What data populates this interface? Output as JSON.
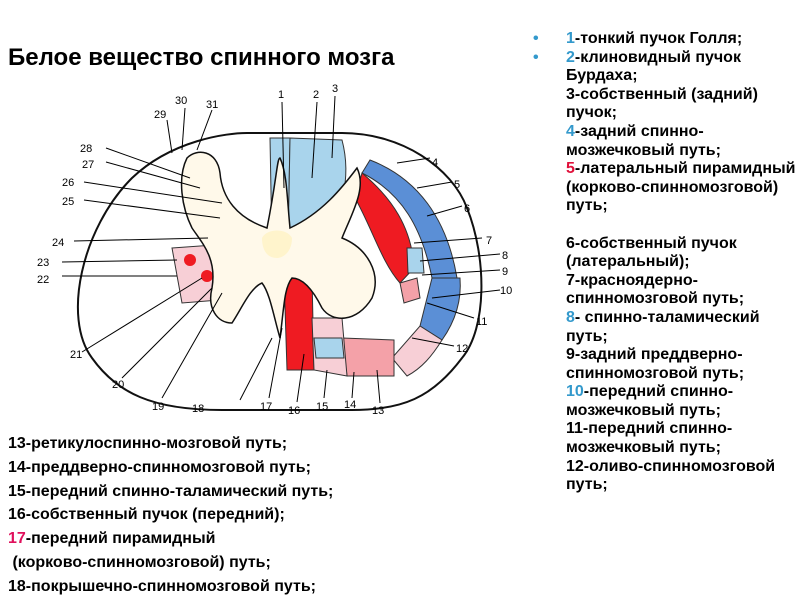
{
  "title": "Белое вещество спинного мозга",
  "colors": {
    "blue_number": "#3399cc",
    "red_number": "#e0103a",
    "pink_number": "#e0105c",
    "tract_blue": "#a9d4ec",
    "tract_dark_blue": "#5b8fd6",
    "tract_red": "#ef1b22",
    "tract_pink": "#f4a1a8",
    "tract_light_pink": "#f7cfd6"
  },
  "right_list": [
    {
      "num": "1",
      "text": "-тонкий пучок Голля;"
    },
    {
      "num": "2",
      "text": "-клиновидный пучок Бурдаха;"
    },
    {
      "num": "3",
      "text": "-собственный (задний) пучок;"
    },
    {
      "num": "4",
      "text": "-задний спинно-мозжечковый путь;"
    },
    {
      "num": "5",
      "text": "-латеральный пирамидный (корково-спинномозговой) путь;"
    },
    {
      "num": "6",
      "text": "-собственный пучок (латеральный);"
    },
    {
      "num": "7",
      "text": "-красноядерно-спинномозговой путь;"
    },
    {
      "num": "8",
      "text": "- спинно-таламический путь;"
    },
    {
      "num": "9",
      "text": "-задний преддверно-спинномозговой путь;"
    },
    {
      "num": "10",
      "text": "-передний спинно-мозжечковый путь;"
    },
    {
      "num": "11",
      "text": "-передний спинно-мозжечковый путь;"
    },
    {
      "num": "12",
      "text": "-оливо-спинномозговой путь;"
    }
  ],
  "bottom_list": [
    {
      "num": "13",
      "text": "-ретикулоспинно-мозговой путь;"
    },
    {
      "num": "14",
      "text": "-преддверно-спинномозговой путь;"
    },
    {
      "num": "15",
      "text": "-передний спинно-таламический путь;"
    },
    {
      "num": "16",
      "text": "-собственный пучок (передний);"
    },
    {
      "num": "17",
      "text": "-передний пирамидный"
    },
    {
      "num": "",
      "text": " (корково-спинномозговой) путь;"
    },
    {
      "num": "18",
      "text": "-покрышечно-спинномозговой путь;"
    }
  ],
  "diagram_labels": [
    "1",
    "2",
    "3",
    "4",
    "5",
    "6",
    "7",
    "8",
    "9",
    "10",
    "11",
    "12",
    "13",
    "14",
    "15",
    "16",
    "17",
    "18",
    "19",
    "20",
    "21",
    "22",
    "23",
    "24",
    "25",
    "26",
    "27",
    "28",
    "29",
    "30",
    "31"
  ]
}
